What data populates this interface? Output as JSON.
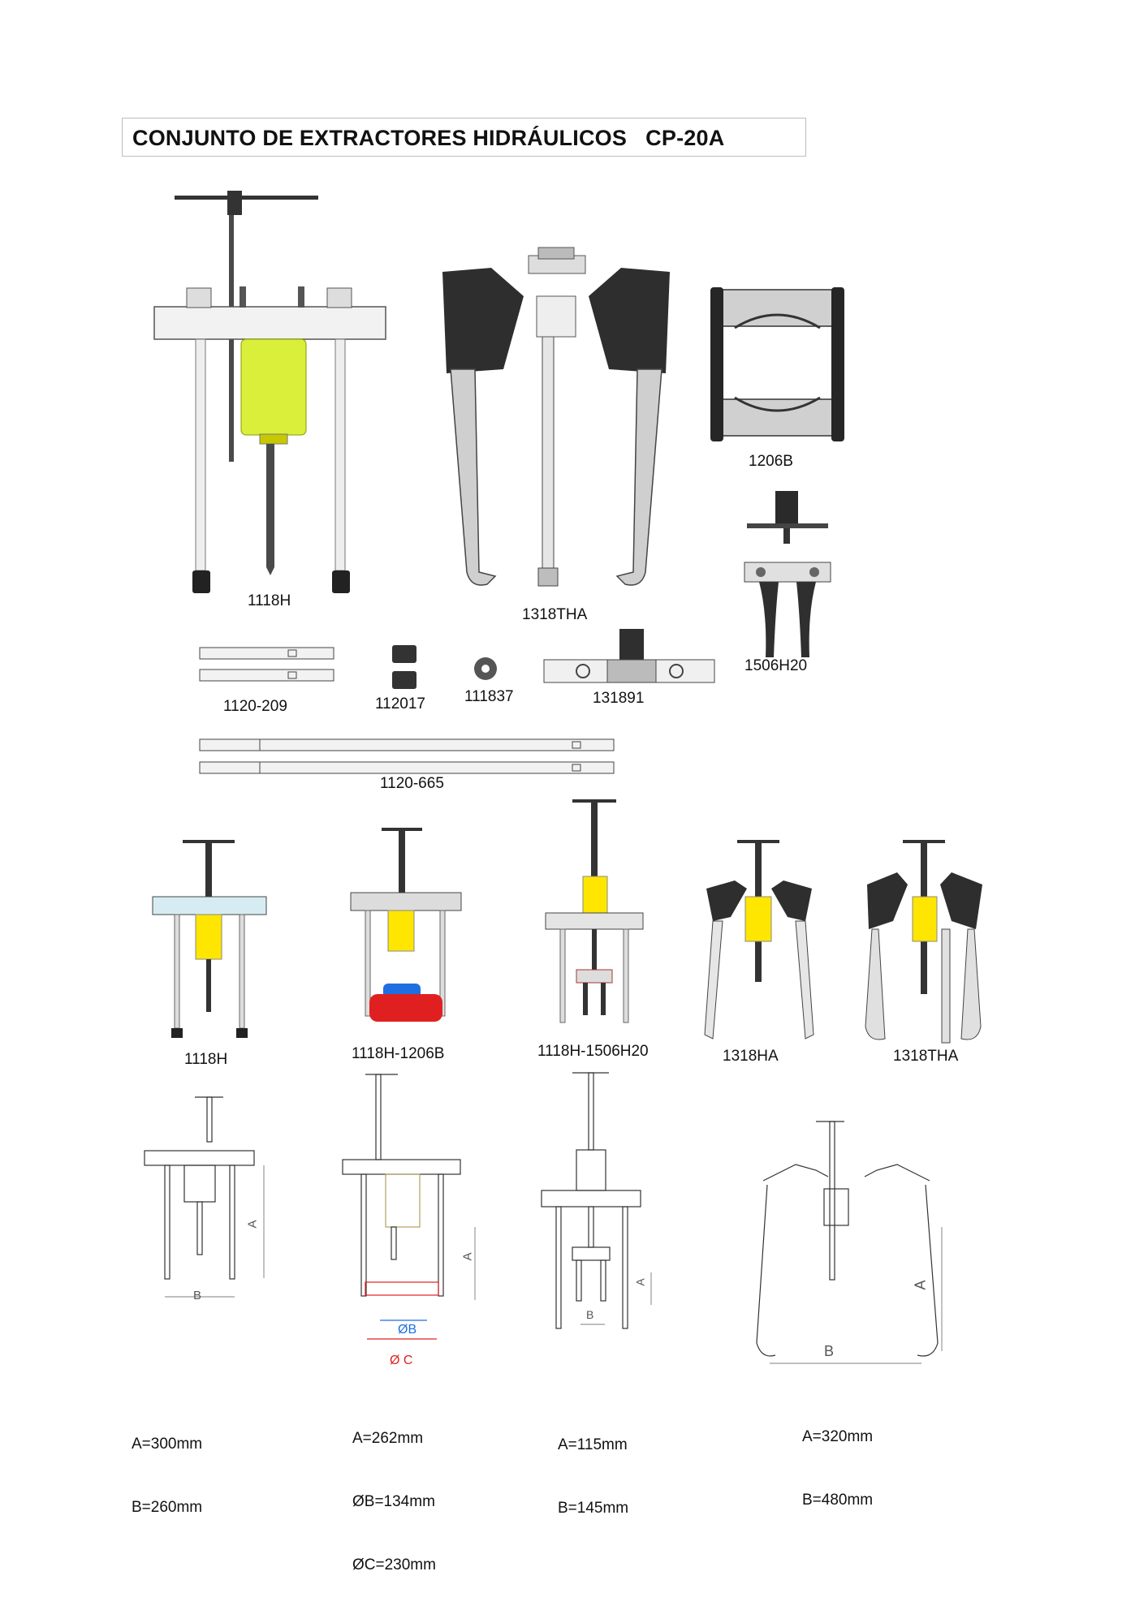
{
  "title": "CONJUNTO DE EXTRACTORES HIDRÁULICOS   CP-20A",
  "components": [
    {
      "code": "1118H"
    },
    {
      "code": "1318THA"
    },
    {
      "code": "1206B"
    },
    {
      "code": "1506H20"
    },
    {
      "code": "1120-209"
    },
    {
      "code": "112017"
    },
    {
      "code": "111837"
    },
    {
      "code": "131891"
    },
    {
      "code": "1120-665"
    }
  ],
  "assemblies": [
    {
      "code": "1118H"
    },
    {
      "code": "1118H-1206B"
    },
    {
      "code": "1118H-1506H20"
    },
    {
      "code": "1318HA"
    },
    {
      "code": "1318THA"
    }
  ],
  "dimension_labels": {
    "a": "A",
    "b": "B",
    "diam_b": "ØB",
    "diam_c": "Ø C"
  },
  "specs": [
    {
      "line1": "A=300mm",
      "line2": "B=260mm",
      "line3": ""
    },
    {
      "line1": "A=262mm",
      "line2": "ØB=134mm",
      "line3": "ØC=230mm"
    },
    {
      "line1": "A=115mm",
      "line2": "B=145mm",
      "line3": ""
    },
    {
      "line1": "A=320mm",
      "line2": "B=480mm",
      "line3": ""
    }
  ],
  "colors": {
    "yellow_cylinder": "#e6e600",
    "lime_cylinder": "#d9ef3a",
    "arm_black": "#2e2e2e",
    "frame_grey": "#d9d9d9",
    "red_part": "#e02020",
    "blue_part": "#1f6fe0"
  }
}
